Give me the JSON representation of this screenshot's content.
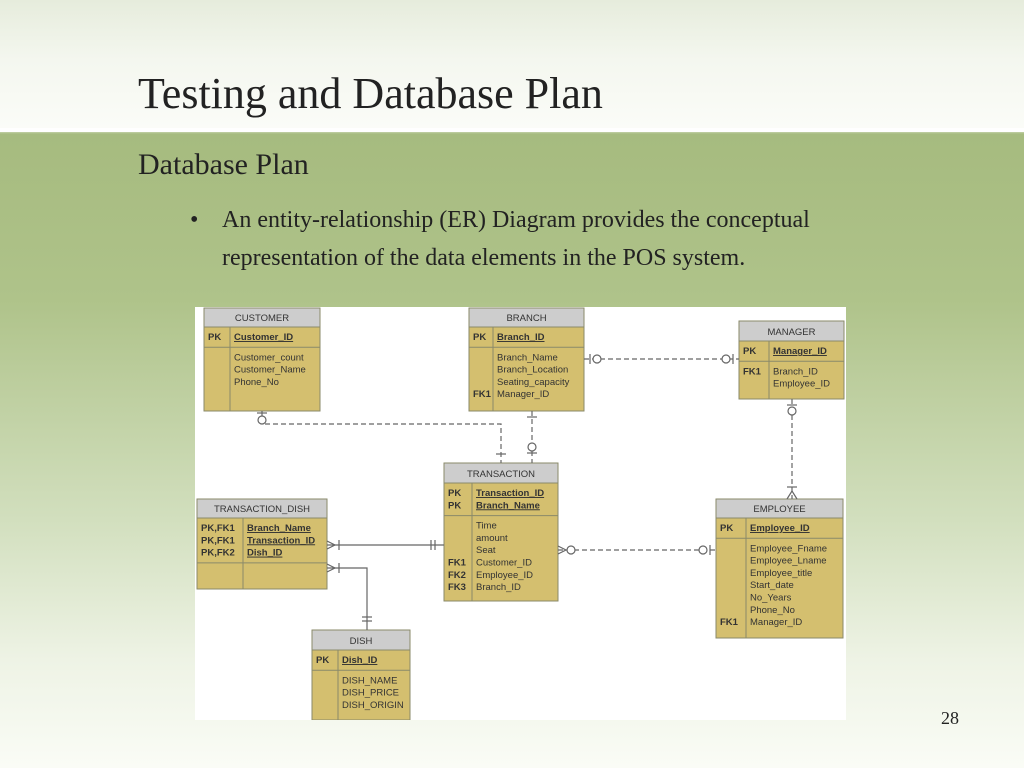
{
  "slide": {
    "title": "Testing and Database Plan",
    "subtitle": "Database Plan",
    "bullet": "An entity-relationship (ER) Diagram provides the conceptual representation of the data elements in the POS system.",
    "page_number": "28"
  },
  "colors": {
    "entity_body": "#d4bf6f",
    "entity_header": "#cdcdcd",
    "entity_border": "#8a8a6a",
    "connector": "#666666",
    "slide_band": "#afc38a"
  },
  "entities": {
    "customer": {
      "name": "CUSTOMER",
      "key_rows": [
        {
          "key": "PK",
          "attr": "Customer_ID"
        }
      ],
      "attrs": [
        {
          "key": "",
          "attr": "Customer_count"
        },
        {
          "key": "",
          "attr": "Customer_Name"
        },
        {
          "key": "",
          "attr": "Phone_No"
        }
      ]
    },
    "branch": {
      "name": "BRANCH",
      "key_rows": [
        {
          "key": "PK",
          "attr": "Branch_ID"
        }
      ],
      "attrs": [
        {
          "key": "",
          "attr": "Branch_Name"
        },
        {
          "key": "",
          "attr": "Branch_Location"
        },
        {
          "key": "",
          "attr": "Seating_capacity"
        },
        {
          "key": "FK1",
          "attr": "Manager_ID"
        }
      ]
    },
    "manager": {
      "name": "MANAGER",
      "key_rows": [
        {
          "key": "PK",
          "attr": "Manager_ID"
        }
      ],
      "attrs": [
        {
          "key": "FK1",
          "attr": "Branch_ID"
        },
        {
          "key": "",
          "attr": "Employee_ID"
        }
      ]
    },
    "transaction_dish": {
      "name": "TRANSACTION_DISH",
      "key_rows": [
        {
          "key": "PK,FK1",
          "attr": "Branch_Name"
        },
        {
          "key": "PK,FK1",
          "attr": "Transaction_ID"
        },
        {
          "key": "PK,FK2",
          "attr": "Dish_ID"
        }
      ],
      "attrs": []
    },
    "transaction": {
      "name": "TRANSACTION",
      "key_rows": [
        {
          "key": "PK",
          "attr": "Transaction_ID"
        },
        {
          "key": "PK",
          "attr": "Branch_Name"
        }
      ],
      "attrs": [
        {
          "key": "",
          "attr": "Time"
        },
        {
          "key": "",
          "attr": "amount"
        },
        {
          "key": "",
          "attr": "Seat"
        },
        {
          "key": "FK1",
          "attr": "Customer_ID"
        },
        {
          "key": "FK2",
          "attr": "Employee_ID"
        },
        {
          "key": "FK3",
          "attr": "Branch_ID"
        }
      ]
    },
    "employee": {
      "name": "EMPLOYEE",
      "key_rows": [
        {
          "key": "PK",
          "attr": "Employee_ID"
        }
      ],
      "attrs": [
        {
          "key": "",
          "attr": "Employee_Fname"
        },
        {
          "key": "",
          "attr": "Employee_Lname"
        },
        {
          "key": "",
          "attr": "Employee_title"
        },
        {
          "key": "",
          "attr": "Start_date"
        },
        {
          "key": "",
          "attr": "No_Years"
        },
        {
          "key": "",
          "attr": "Phone_No"
        },
        {
          "key": "FK1",
          "attr": "Manager_ID"
        }
      ]
    },
    "dish": {
      "name": "DISH",
      "key_rows": [
        {
          "key": "PK",
          "attr": "Dish_ID"
        }
      ],
      "attrs": [
        {
          "key": "",
          "attr": "DISH_NAME"
        },
        {
          "key": "",
          "attr": "DISH_PRICE"
        },
        {
          "key": "",
          "attr": "DISH_ORIGIN"
        }
      ]
    }
  }
}
